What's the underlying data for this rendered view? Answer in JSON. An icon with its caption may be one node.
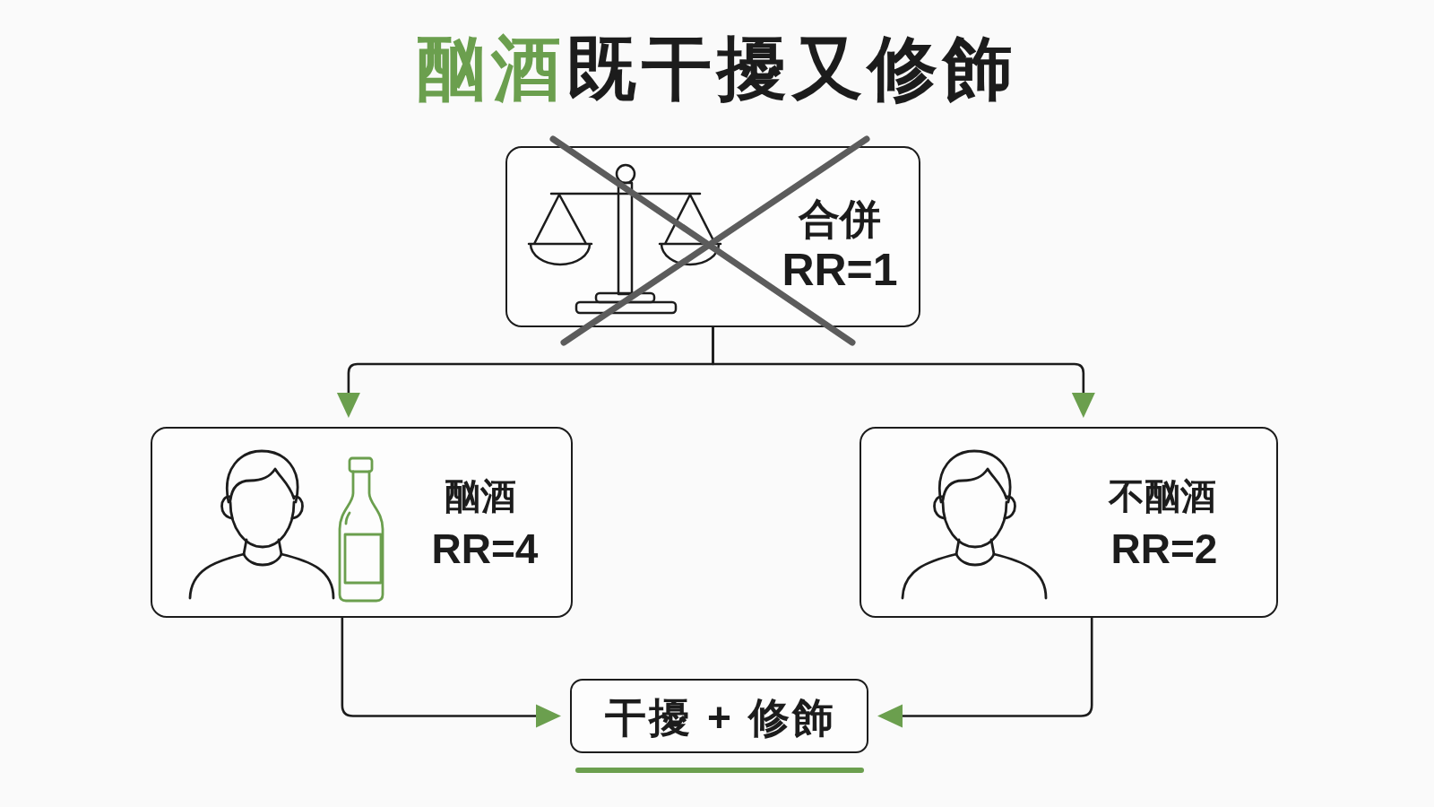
{
  "diagram": {
    "title": "酗酒既干擾又修飾",
    "nodes": [
      {
        "text": [
          "合併",
          "RR=1"
        ]
      },
      {
        "text": [
          "酗酒",
          "RR=4"
        ]
      },
      {
        "text": [
          "不酗酒",
          "RR=2"
        ]
      },
      {
        "text": [
          "干擾 + 修飾"
        ]
      }
    ],
    "edges": [
      {
        "from": 0,
        "to": 1,
        "arrow": "to"
      },
      {
        "from": 0,
        "to": 2,
        "arrow": "to"
      },
      {
        "from": 1,
        "to": 3,
        "arrow": "to"
      },
      {
        "from": 2,
        "to": 3,
        "arrow": "to"
      }
    ]
  }
}
